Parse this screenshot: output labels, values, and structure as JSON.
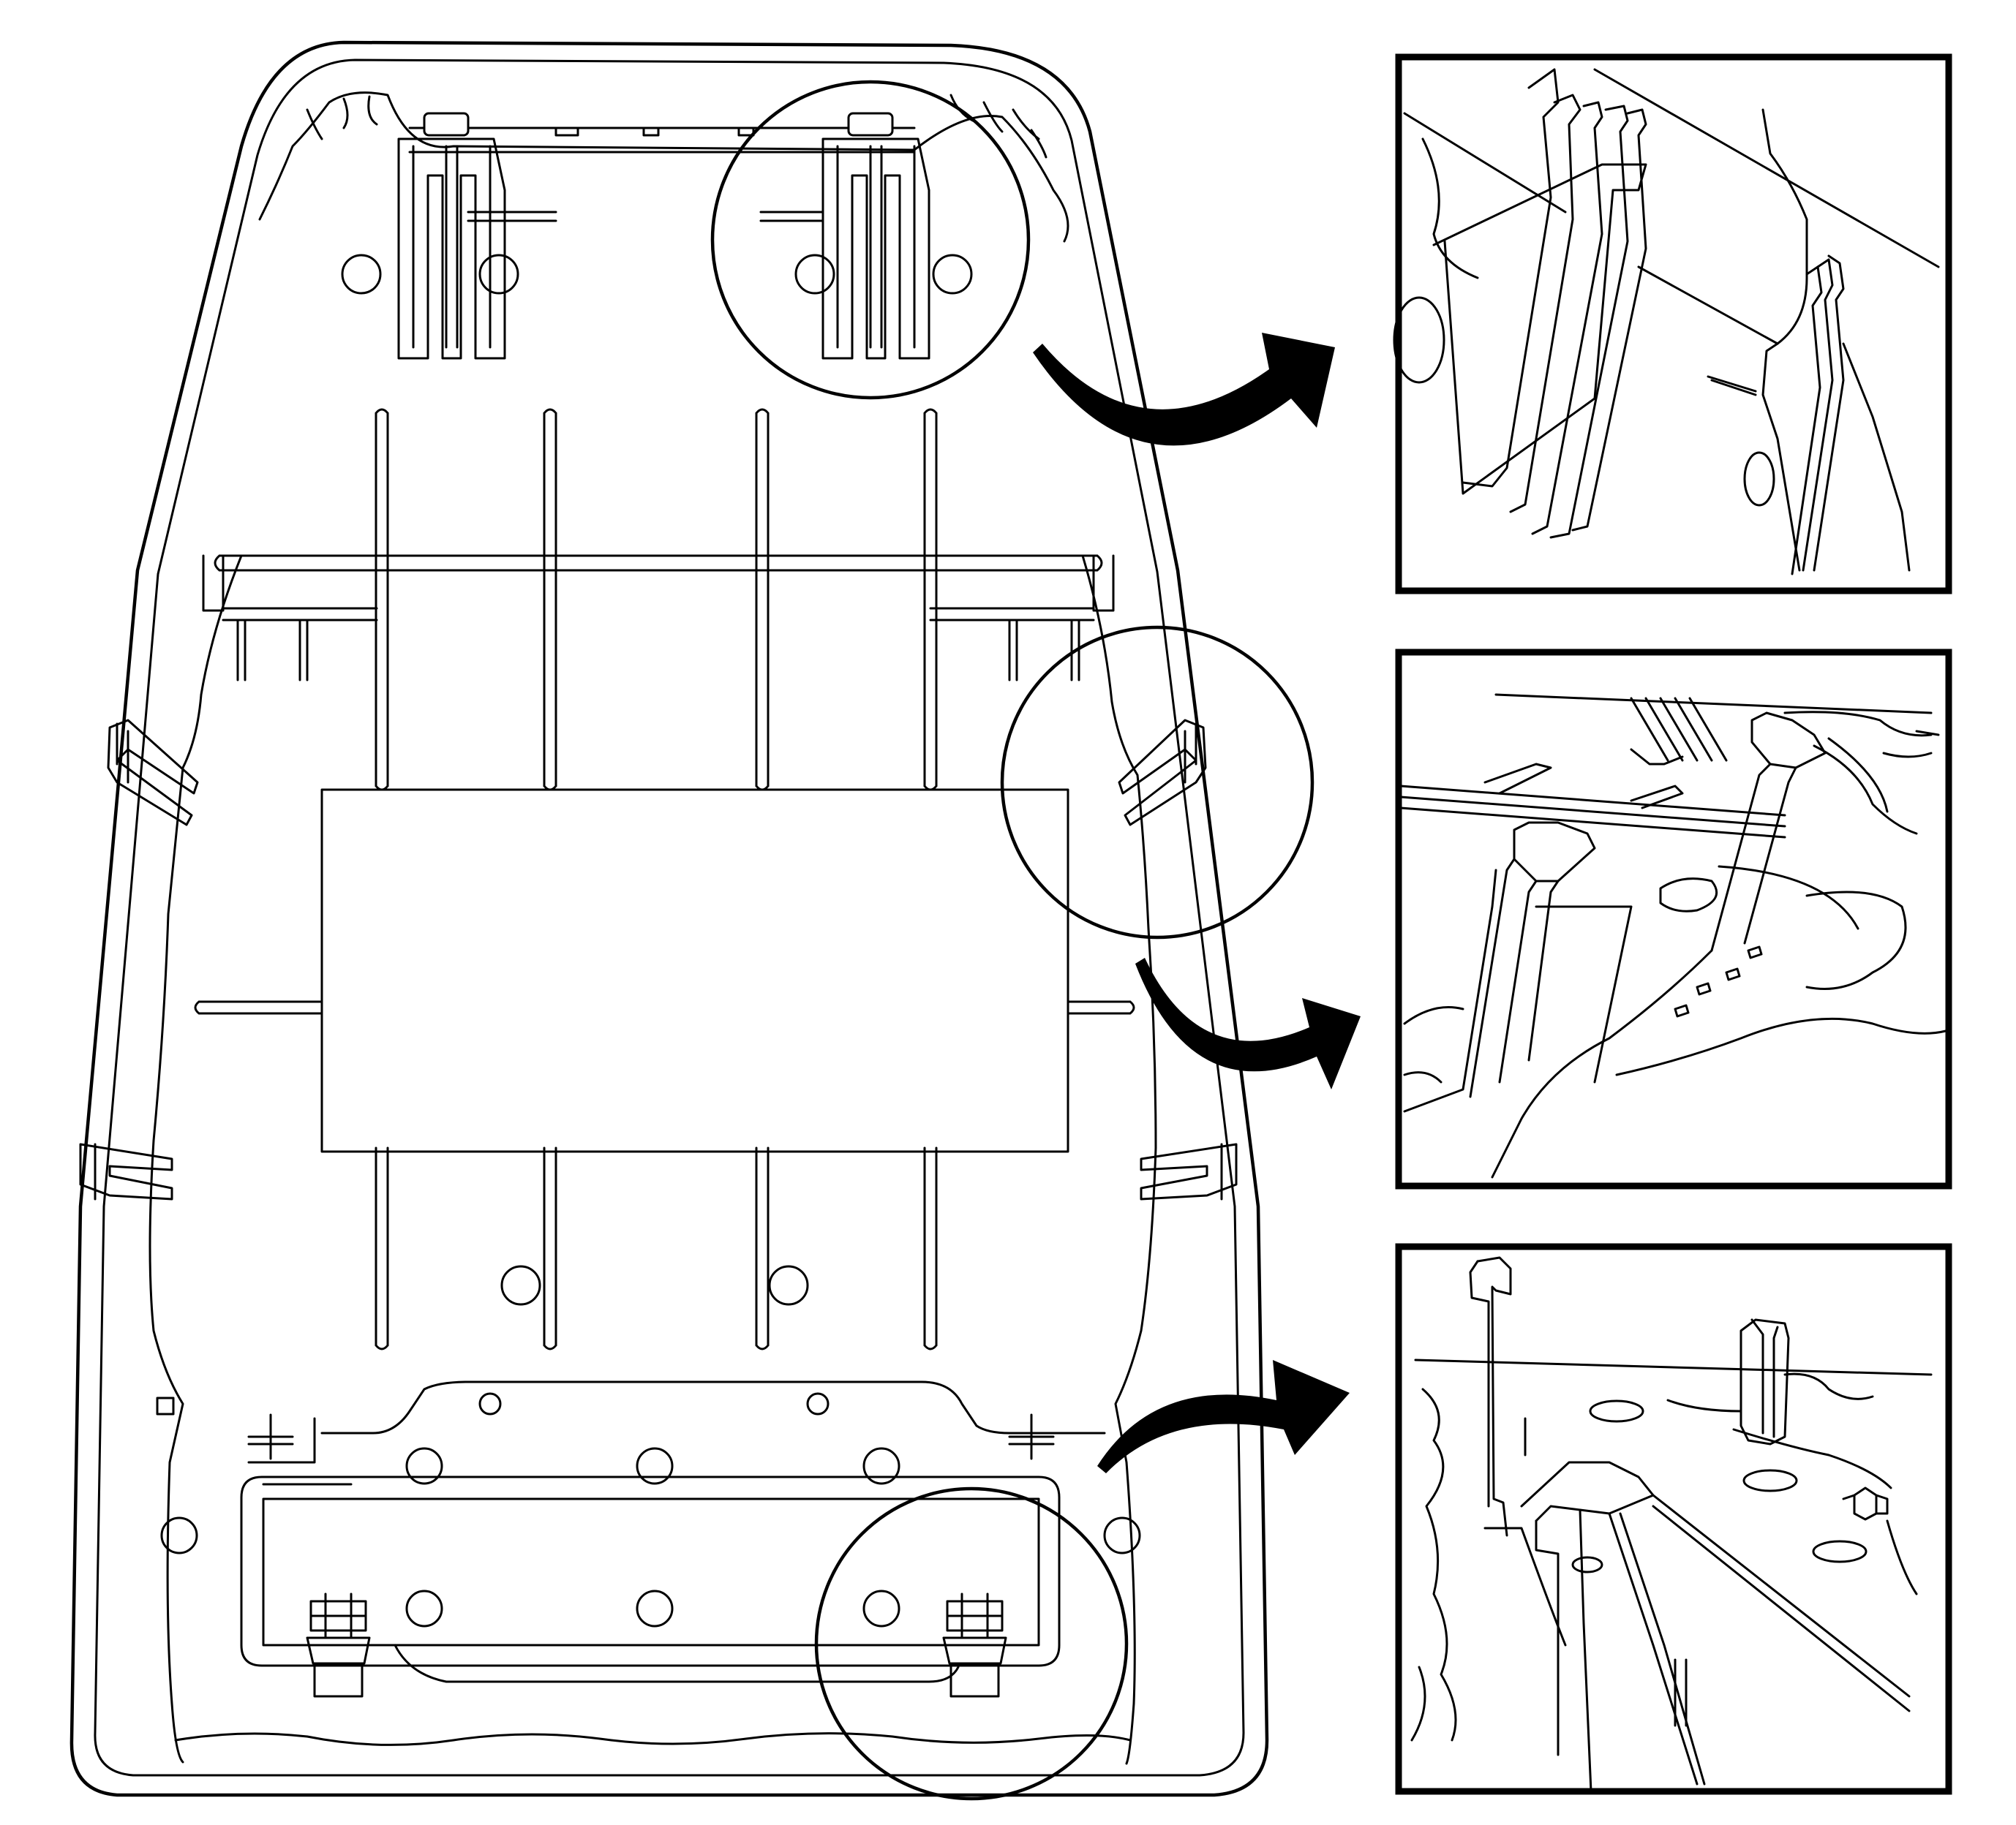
{
  "diagram": {
    "kind": "technical-line-drawing",
    "background": "#ffffff",
    "stroke": "#000000",
    "callouts": [
      {
        "id": "top",
        "target": "top-right-headrest-guide-clip"
      },
      {
        "id": "middle",
        "target": "right-side-frame-retainer"
      },
      {
        "id": "bottom",
        "target": "lower-right-frame-hook"
      }
    ]
  }
}
